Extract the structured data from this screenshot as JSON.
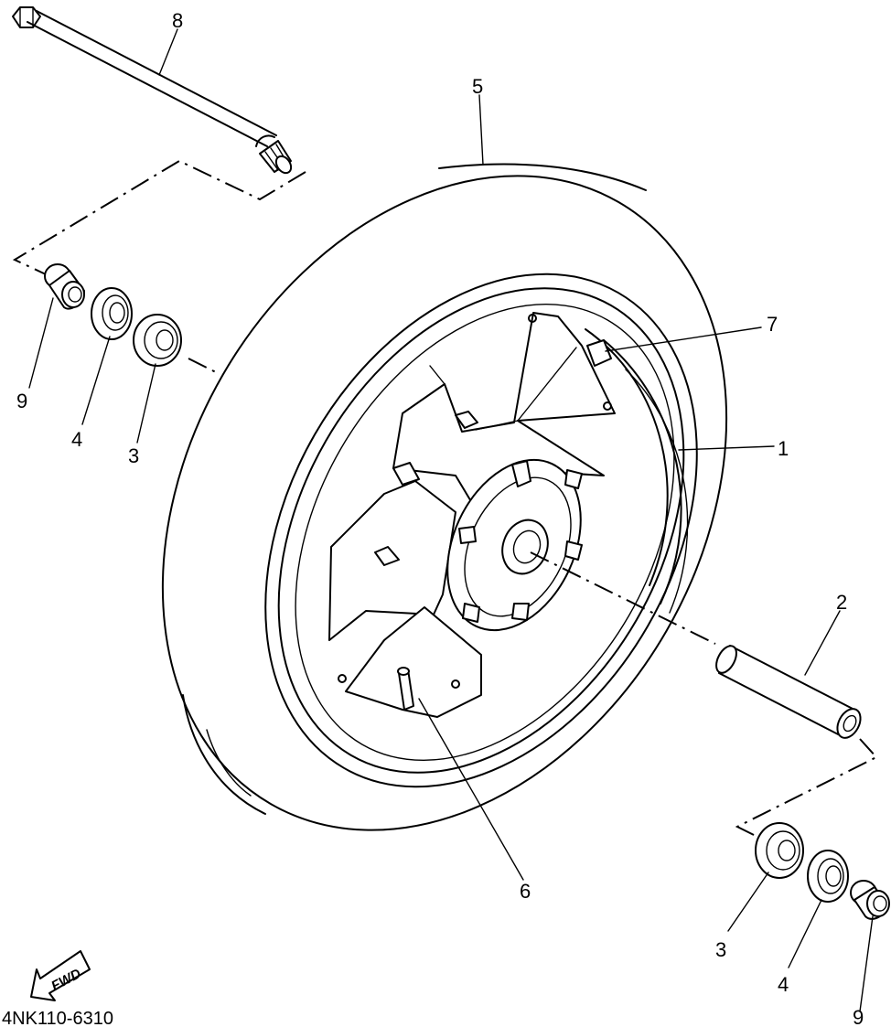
{
  "diagram": {
    "callouts": [
      {
        "id": "axle",
        "number": "8"
      },
      {
        "id": "tire",
        "number": "5"
      },
      {
        "id": "balance-weight",
        "number": "7"
      },
      {
        "id": "wheel",
        "number": "1"
      },
      {
        "id": "spacer",
        "number": "2"
      },
      {
        "id": "valve",
        "number": "6"
      },
      {
        "id": "collar-left",
        "number": "9"
      },
      {
        "id": "oil-seal-left",
        "number": "4"
      },
      {
        "id": "bearing-left",
        "number": "3"
      },
      {
        "id": "bearing-right",
        "number": "3"
      },
      {
        "id": "oil-seal-right",
        "number": "4"
      },
      {
        "id": "collar-right",
        "number": "9"
      }
    ],
    "fwd_label": "FWD",
    "part_code": "4NK110-6310"
  }
}
